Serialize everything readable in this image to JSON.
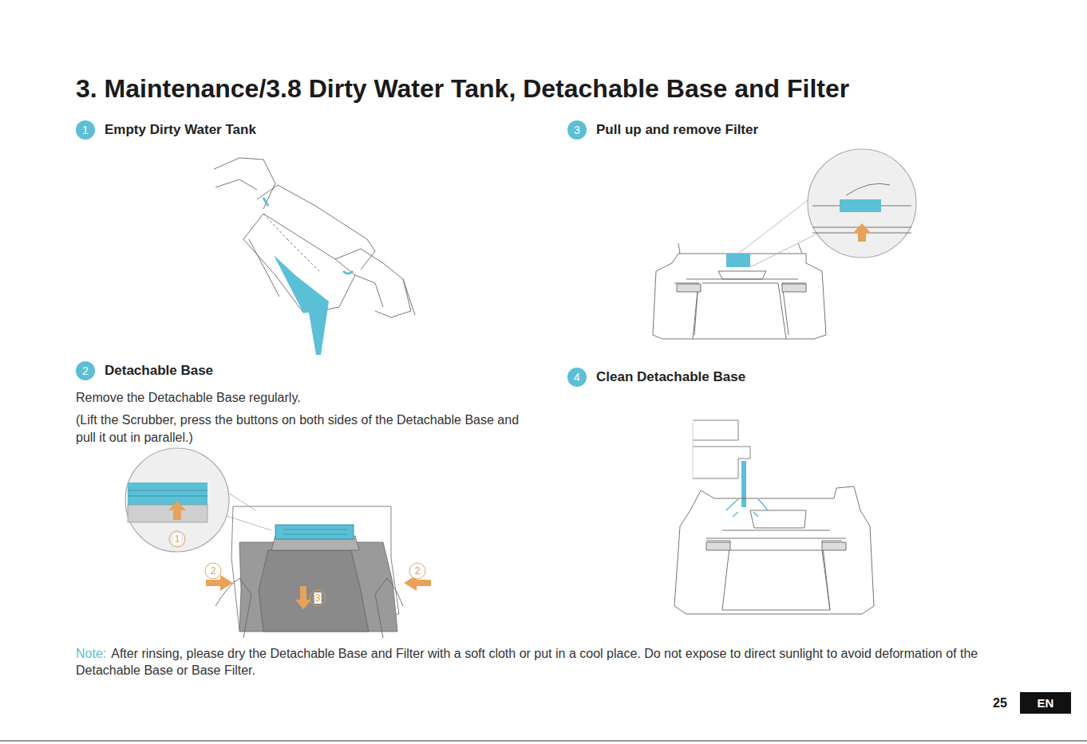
{
  "diagram": {
    "title": "3. Maintenance/3.8 Dirty Water Tank, Detachable Base and Filter",
    "nodes": [
      {
        "text": [
          "1",
          "Empty Dirty Water Tank"
        ]
      },
      {
        "text": [
          "3",
          "Pull up and remove Filter"
        ]
      },
      {
        "text": [
          "2",
          "Detachable Base"
        ]
      },
      {
        "text": [
          "4",
          "Clean Detachable Base"
        ]
      },
      {
        "text": [
          "EN"
        ]
      }
    ],
    "labels": [
      "Remove the Detachable Base regularly.",
      "(Lift the Scrubber, press the buttons on both sides of the Detachable Base and pull it out in parallel.)",
      "1",
      "2",
      "2",
      "3",
      "Note:",
      "After rinsing, please dry the Detachable Base and Filter with a soft cloth or put in a cool place. Do not expose to direct sunlight to avoid deformation of the Detachable Base or Base Filter.",
      "25"
    ]
  }
}
